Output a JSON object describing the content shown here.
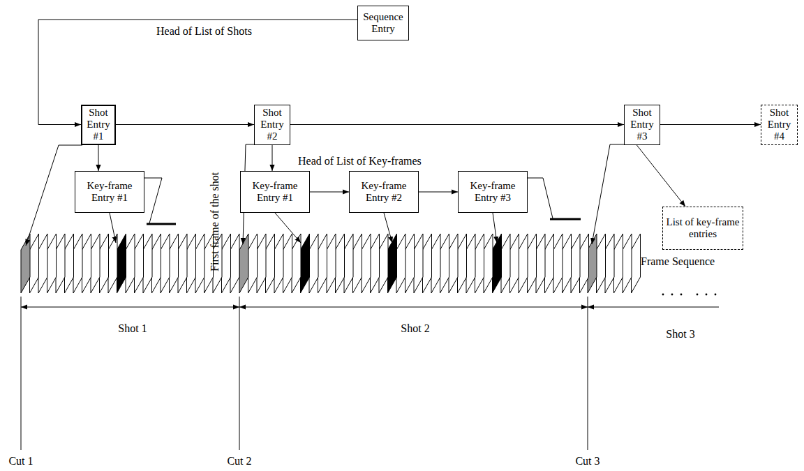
{
  "diagram": {
    "nodes": [
      {
        "text": [
          "Sequence Entry"
        ]
      },
      {
        "text": [
          "Shot Entry #1"
        ]
      },
      {
        "text": [
          "Shot Entry #2"
        ]
      },
      {
        "text": [
          "Shot Entry #3"
        ]
      },
      {
        "text": [
          "Shot Entry #4"
        ]
      },
      {
        "text": [
          "Key-frame Entry #1"
        ]
      },
      {
        "text": [
          "Key-frame Entry #1"
        ]
      },
      {
        "text": [
          "Key-frame Entry #2"
        ]
      },
      {
        "text": [
          "Key-frame Entry #3"
        ]
      },
      {
        "text": [
          "List of key-frame entries"
        ]
      }
    ],
    "edges": [
      {
        "from": 0,
        "to": 1,
        "arrow": "to",
        "label": "Head of List of Shots"
      },
      {
        "from": 1,
        "to": 2,
        "arrow": "to"
      },
      {
        "from": 2,
        "to": 3,
        "arrow": "to"
      },
      {
        "from": 3,
        "to": 4,
        "arrow": "to"
      },
      {
        "from": 1,
        "to": 5,
        "arrow": "to"
      },
      {
        "from": 2,
        "to": 6,
        "arrow": "to",
        "label": "Head of List of Key-frames"
      },
      {
        "from": 6,
        "to": 7,
        "arrow": "to"
      },
      {
        "from": 7,
        "to": 8,
        "arrow": "to"
      },
      {
        "from": 3,
        "to": 9,
        "arrow": "to"
      }
    ],
    "labels": [
      "First frame of the shot",
      "Frame Sequence",
      "Shot 1",
      "Shot 2",
      "Shot 3",
      "Cut 1",
      "Cut 2",
      "Cut 3"
    ]
  }
}
